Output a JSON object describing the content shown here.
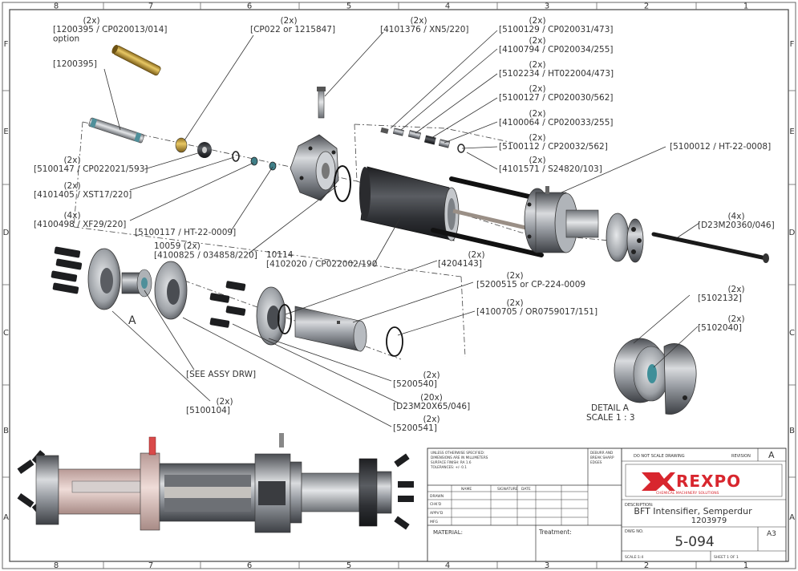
{
  "frame": {
    "zones_top": [
      "8",
      "7",
      "6",
      "5",
      "4",
      "3",
      "2",
      "1"
    ],
    "zones_side": [
      "F",
      "E",
      "D",
      "C",
      "B",
      "A"
    ]
  },
  "callouts": {
    "c1": {
      "qty": "(2x)",
      "lines": [
        "[1200395 / CP020013/014]",
        "option"
      ]
    },
    "c2": {
      "lines": [
        "[1200395]"
      ]
    },
    "c3": {
      "qty": "(2x)",
      "lines": [
        "[CP022 or 1215847]"
      ]
    },
    "c4": {
      "qty": "(2x)",
      "lines": [
        "[4101376 / XN5/220]"
      ]
    },
    "c5": {
      "qty": "(2x)",
      "lines": [
        "[5100129 / CP020031/473]"
      ]
    },
    "c6": {
      "qty": "(2x)",
      "lines": [
        "[4100794 / CP020034/255]"
      ]
    },
    "c7": {
      "qty": "(2x)",
      "lines": [
        "[5102234 / HT022004/473]"
      ]
    },
    "c8": {
      "qty": "(2x)",
      "lines": [
        "[5100127 / CP020030/562]"
      ]
    },
    "c9": {
      "qty": "(2x)",
      "lines": [
        "[4100064 / CP020033/255]"
      ]
    },
    "c10": {
      "qty": "(2x)",
      "lines": [
        "[5100112 / CP20032/562]"
      ]
    },
    "c11": {
      "qty": "(2x)",
      "lines": [
        "[4101571 / S24820/103]"
      ]
    },
    "c12": {
      "lines": [
        "[5100012 / HT-22-0008]"
      ]
    },
    "c13": {
      "qty": "(2x)",
      "lines": [
        "[5100147 / CP022021/593]"
      ]
    },
    "c14": {
      "qty": "(2x)",
      "lines": [
        "[4101405 / XST17/220]"
      ]
    },
    "c15": {
      "qty": "(4x)",
      "lines": [
        "[4100498 / XF29/220]"
      ]
    },
    "c16": {
      "lines": [
        "[5100117 / HT-22-0009]"
      ]
    },
    "c17": {
      "lines": [
        "10059 (2x)",
        "[4100825 / 034858/220]"
      ]
    },
    "c18": {
      "lines": [
        "10114",
        "[4102020 / CP022002/190"
      ]
    },
    "c19": {
      "qty": "(4x)",
      "lines": [
        "[D23M20360/046]"
      ]
    },
    "c20": {
      "qty": "(2x)",
      "lines": [
        "[4204143]"
      ]
    },
    "c21": {
      "qty": "(2x)",
      "lines": [
        "[5200515 or CP-224-0009"
      ]
    },
    "c22": {
      "qty": "(2x)",
      "lines": [
        "[4100705 / OR0759017/151]"
      ]
    },
    "c23": {
      "qty": "(2x)",
      "lines": [
        "[5102132]"
      ]
    },
    "c24": {
      "qty": "(2x)",
      "lines": [
        "[5102040]"
      ]
    },
    "c25": {
      "lines": [
        "[SEE ASSY DRW]"
      ]
    },
    "c26": {
      "qty": "(2x)",
      "lines": [
        "[5200540]"
      ]
    },
    "c27": {
      "qty": "(20x)",
      "lines": [
        "[D23M20X65/046]"
      ]
    },
    "c28": {
      "qty": "(2x)",
      "lines": [
        "[5200541]"
      ]
    },
    "c29": {
      "qty": "(2x)",
      "lines": [
        "[5100104]"
      ]
    }
  },
  "view_label_a": "A",
  "detail": {
    "title": "DETAIL A",
    "scale": "SCALE 1 : 3"
  },
  "title_block": {
    "notes": [
      "UNLESS OTHERWISE SPECIFIED:",
      "DIMENSIONS ARE IN MILLIMETERS",
      "SURFACE FINISH: RA 1.6",
      "TOLERANCES: +/- 0.1"
    ],
    "deburr": [
      "DEBURR AND",
      "BREAK SHARP",
      "EDGES"
    ],
    "no_scale": "DO NOT SCALE DRAWING",
    "revision_label": "REVISION",
    "revision": "A",
    "col_headers": [
      "NAME",
      "SIGNATURE",
      "DATE"
    ],
    "rows": [
      "DRAWN",
      "CHK'D",
      "APPV'D",
      "MFG"
    ],
    "material_label": "MATERIAL:",
    "treatment_label": "Treatment:",
    "logo_text": "REXPO",
    "logo_tagline": "CHEMICAL MACHINERY SOLUTIONS",
    "desc_label": "DESCRIPTION:",
    "desc_line1": "BFT Intensifier, Semperdur",
    "desc_line2": "1203979",
    "dwg_label": "DWG NO.",
    "dwg_no": "5-094",
    "size": "A3",
    "scale_label": "SCALE:1:4",
    "sheet_label": "SHEET 1 OF 1"
  },
  "colors": {
    "brand": "#d8262e",
    "ink": "#333333",
    "steel": "#7a7d82",
    "dark": "#2f3134",
    "brass": "#c9a341"
  }
}
